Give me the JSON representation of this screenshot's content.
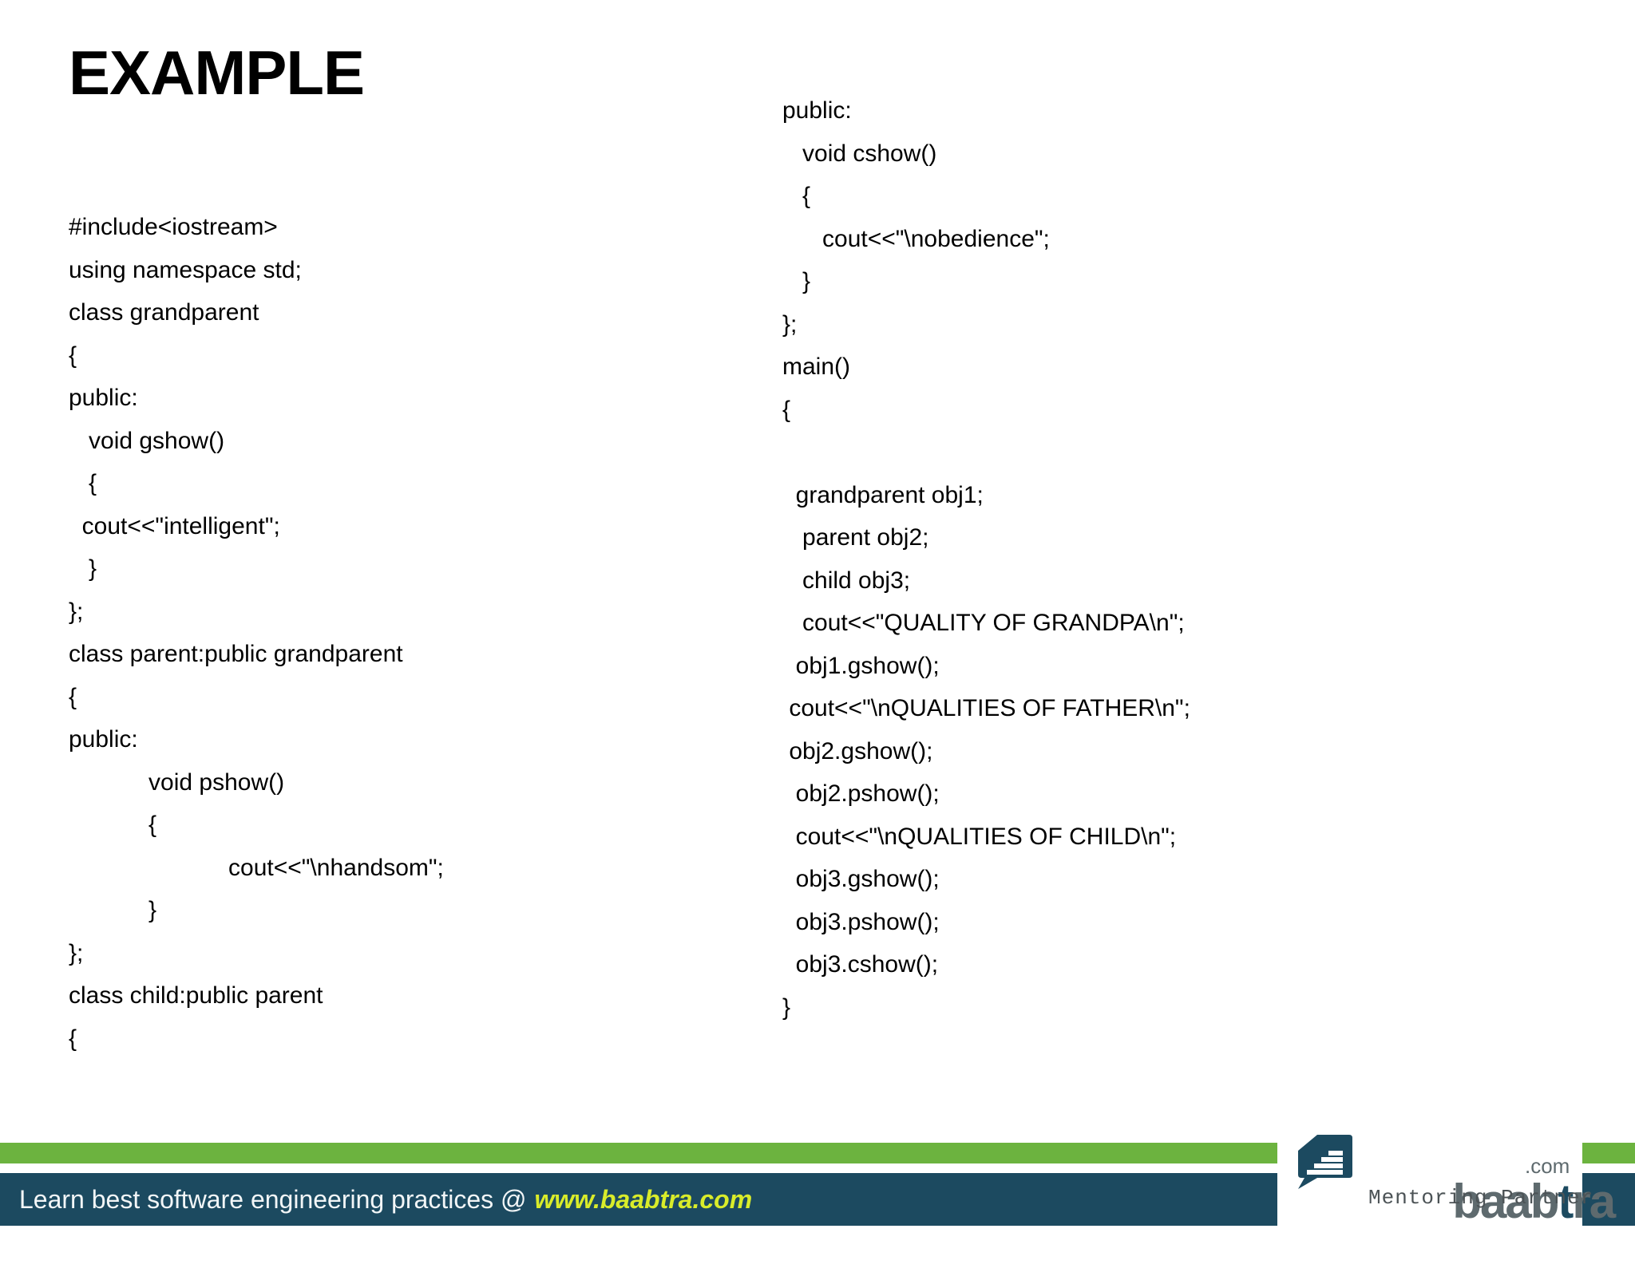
{
  "slide": {
    "title": "EXAMPLE",
    "background_color": "#ffffff",
    "text_color": "#000000"
  },
  "code": {
    "left_column": [
      "#include<iostream>",
      "using namespace std;",
      "class grandparent",
      "{",
      "public:",
      "   void gshow()",
      "   {",
      "  cout<<\"intelligent\";",
      "   }",
      "};",
      "class parent:public grandparent",
      "{",
      "public:",
      "            void pshow()",
      "            {",
      "                        cout<<\"\\nhandsom\";",
      "            }",
      "};",
      "class child:public parent",
      "{"
    ],
    "right_column": [
      "public:",
      "   void cshow()",
      "   {",
      "      cout<<\"\\nobedience\";",
      "   }",
      "};",
      "main()",
      "{",
      "",
      "  grandparent obj1;",
      "   parent obj2;",
      "   child obj3;",
      "   cout<<\"QUALITY OF GRANDPA\\n\";",
      "  obj1.gshow();",
      " cout<<\"\\nQUALITIES OF FATHER\\n\";",
      " obj2.gshow();",
      "  obj2.pshow();",
      "  cout<<\"\\nQUALITIES OF CHILD\\n\";",
      "  obj3.gshow();",
      "  obj3.pshow();",
      "  obj3.cshow();",
      "}"
    ]
  },
  "footer": {
    "tagline_text": "Learn best software engineering practices @",
    "url": "www.baabtra.com",
    "green_bar_color": "#6cb33f",
    "band_color": "#1c4a60",
    "url_color": "#d9ec2a",
    "tagline_color": "#f2f6f7"
  },
  "logo": {
    "name_part1": "baab",
    "name_part2": "t",
    "name_part3": "ra",
    "dotcom": ".com",
    "tagline": "Mentoring Partner",
    "mark_color": "#1c4a60",
    "word_color": "#5e6a6e"
  }
}
